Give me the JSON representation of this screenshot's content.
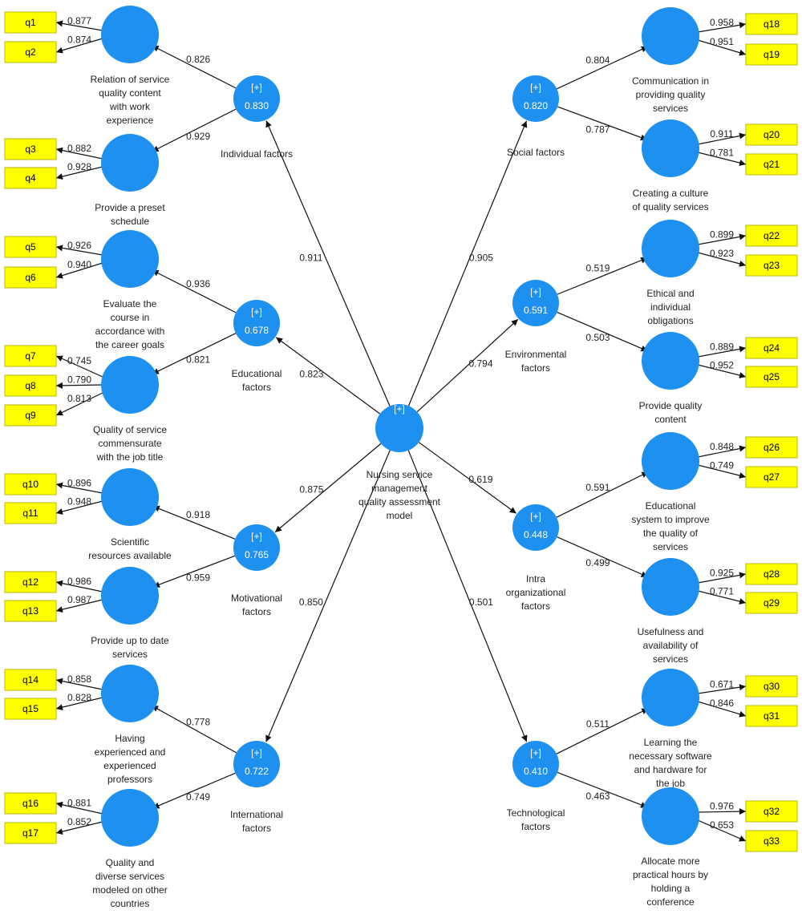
{
  "colors": {
    "construct": "#1e90f0",
    "indicator": "#ffff00",
    "indicator_border": "#b8b800",
    "arrow": "#111111"
  },
  "center": {
    "expand": "[+]",
    "label_lines": [
      "Nursing service",
      "management",
      "quality assessment",
      "model"
    ]
  },
  "factors": [
    {
      "id": "individual",
      "expand": "[+]",
      "r2": "0.830",
      "label_lines": [
        "Individual factors"
      ],
      "path_from_center": "0.911",
      "subs": [
        {
          "id": "relation",
          "label_lines": [
            "Relation of service",
            "quality content",
            "with work",
            "experience"
          ],
          "path": "0.826",
          "items": [
            {
              "name": "q1",
              "loading": "0.877"
            },
            {
              "name": "q2",
              "loading": "0.874"
            }
          ]
        },
        {
          "id": "preset-schedule",
          "label_lines": [
            "Provide a preset",
            "schedule"
          ],
          "path": "0.929",
          "items": [
            {
              "name": "q3",
              "loading": "0.882"
            },
            {
              "name": "q4",
              "loading": "0.928"
            }
          ]
        }
      ]
    },
    {
      "id": "educational",
      "expand": "[+]",
      "r2": "0.678",
      "label_lines": [
        "Educational",
        "factors"
      ],
      "path_from_center": "0.823",
      "subs": [
        {
          "id": "evaluate-course",
          "label_lines": [
            "Evaluate the",
            "course in",
            "accordance with",
            "the career goals"
          ],
          "path": "0.936",
          "items": [
            {
              "name": "q5",
              "loading": "0.926"
            },
            {
              "name": "q6",
              "loading": "0.940"
            }
          ]
        },
        {
          "id": "quality-job-title",
          "label_lines": [
            "Quality of service",
            "commensurate",
            "with the job title"
          ],
          "path": "0.821",
          "items": [
            {
              "name": "q7",
              "loading": "0.745"
            },
            {
              "name": "q8",
              "loading": "0.790"
            },
            {
              "name": "q9",
              "loading": "0.813"
            }
          ]
        }
      ]
    },
    {
      "id": "motivational",
      "expand": "[+]",
      "r2": "0.765",
      "label_lines": [
        "Motivational",
        "factors"
      ],
      "path_from_center": "0.875",
      "subs": [
        {
          "id": "scientific-resources",
          "label_lines": [
            "Scientific",
            "resources available"
          ],
          "path": "0.918",
          "items": [
            {
              "name": "q10",
              "loading": "0.896"
            },
            {
              "name": "q11",
              "loading": "0.948"
            }
          ]
        },
        {
          "id": "up-to-date",
          "label_lines": [
            "Provide up to date",
            "services"
          ],
          "path": "0.959",
          "items": [
            {
              "name": "q12",
              "loading": "0.986"
            },
            {
              "name": "q13",
              "loading": "0.987"
            }
          ]
        }
      ]
    },
    {
      "id": "international",
      "expand": "[+]",
      "r2": "0.722",
      "label_lines": [
        "International",
        "factors"
      ],
      "path_from_center": "0.850",
      "subs": [
        {
          "id": "experienced-professors",
          "label_lines": [
            "Having",
            "experienced and",
            "experienced",
            "professors"
          ],
          "path": "0.778",
          "items": [
            {
              "name": "q14",
              "loading": "0.858"
            },
            {
              "name": "q15",
              "loading": "0.828"
            }
          ]
        },
        {
          "id": "diverse-services",
          "label_lines": [
            "Quality and",
            "diverse services",
            "modeled on other",
            "countries"
          ],
          "path": "0.749",
          "items": [
            {
              "name": "q16",
              "loading": "0.881"
            },
            {
              "name": "q17",
              "loading": "0.852"
            }
          ]
        }
      ]
    },
    {
      "id": "social",
      "expand": "[+]",
      "r2": "0.820",
      "label_lines": [
        "Social factors"
      ],
      "path_from_center": "0.905",
      "subs": [
        {
          "id": "communication",
          "label_lines": [
            "Communication in",
            "providing quality",
            "services"
          ],
          "path": "0.804",
          "items": [
            {
              "name": "q18",
              "loading": "0.958"
            },
            {
              "name": "q19",
              "loading": "0.951"
            }
          ]
        },
        {
          "id": "culture",
          "label_lines": [
            "Creating a culture",
            "of quality services"
          ],
          "path": "0.787",
          "items": [
            {
              "name": "q20",
              "loading": "0.911"
            },
            {
              "name": "q21",
              "loading": "0.781"
            }
          ]
        }
      ]
    },
    {
      "id": "environmental",
      "expand": "[+]",
      "r2": "0.591",
      "label_lines": [
        "Environmental",
        "factors"
      ],
      "path_from_center": "0.794",
      "subs": [
        {
          "id": "ethical",
          "label_lines": [
            "Ethical and",
            "individual",
            "obligations"
          ],
          "path": "0.519",
          "items": [
            {
              "name": "q22",
              "loading": "0.899"
            },
            {
              "name": "q23",
              "loading": "0.923"
            }
          ]
        },
        {
          "id": "quality-content",
          "label_lines": [
            "Provide quality",
            "content"
          ],
          "path": "0.503",
          "items": [
            {
              "name": "q24",
              "loading": "0.889"
            },
            {
              "name": "q25",
              "loading": "0.952"
            }
          ]
        }
      ]
    },
    {
      "id": "intra-organizational",
      "expand": "[+]",
      "r2": "0.448",
      "label_lines": [
        "Intra",
        "organizational",
        "factors"
      ],
      "path_from_center": "0.619",
      "subs": [
        {
          "id": "educational-system",
          "label_lines": [
            "Educational",
            "system to improve",
            "the quality of",
            "services"
          ],
          "path": "0.591",
          "items": [
            {
              "name": "q26",
              "loading": "0.848"
            },
            {
              "name": "q27",
              "loading": "0.749"
            }
          ]
        },
        {
          "id": "usefulness",
          "label_lines": [
            "Usefulness and",
            "availability of",
            "services"
          ],
          "path": "0.499",
          "items": [
            {
              "name": "q28",
              "loading": "0.925"
            },
            {
              "name": "q29",
              "loading": "0.771"
            }
          ]
        }
      ]
    },
    {
      "id": "technological",
      "expand": "[+]",
      "r2": "0.410",
      "label_lines": [
        "Technological",
        "factors"
      ],
      "path_from_center": "0.501",
      "subs": [
        {
          "id": "software-hardware",
          "label_lines": [
            "Learning the",
            "necessary software",
            "and hardware for",
            "the job"
          ],
          "path": "0.511",
          "items": [
            {
              "name": "q30",
              "loading": "0.671"
            },
            {
              "name": "q31",
              "loading": "0.846"
            }
          ]
        },
        {
          "id": "practical-hours",
          "label_lines": [
            "Allocate more",
            "practical hours by",
            "holding a",
            "conference"
          ],
          "path": "0.463",
          "items": [
            {
              "name": "q32",
              "loading": "0.976"
            },
            {
              "name": "q33",
              "loading": "0.653"
            }
          ]
        }
      ]
    }
  ]
}
